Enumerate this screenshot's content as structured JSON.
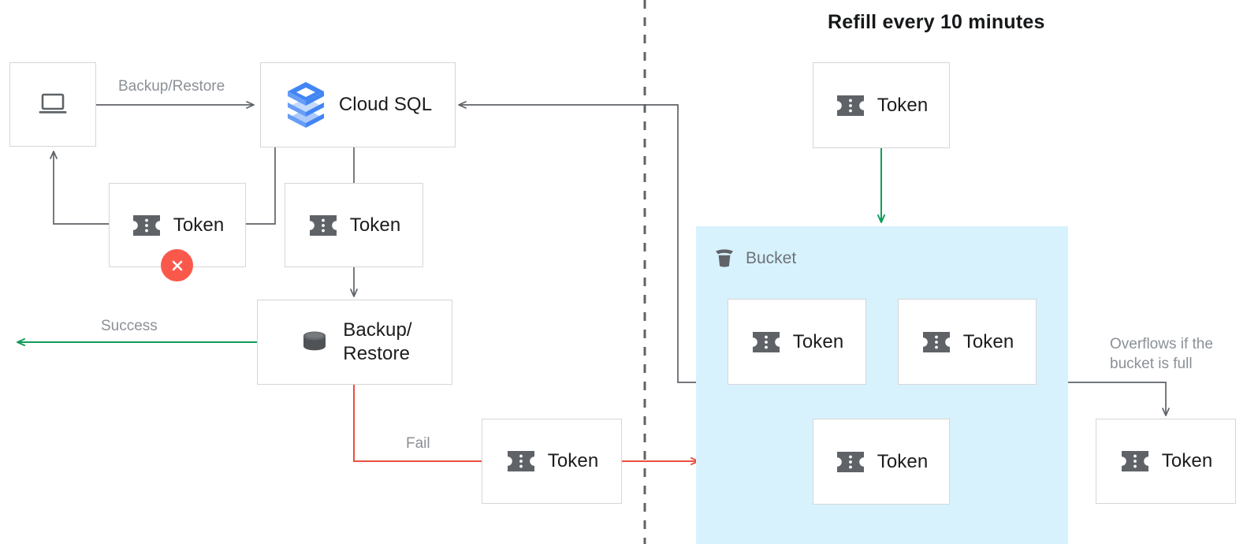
{
  "diagram": {
    "title": "Refill every 10 minutes",
    "colors": {
      "green": "#0f9d58",
      "red": "#ea4f41",
      "gray_line": "#5f6368",
      "bucket_fill": "#d8f2fd",
      "box_border": "#d6d6d6",
      "label_gray": "#8b9096",
      "token_icon": "#5f6368",
      "error_red": "#fb584c"
    },
    "nodes": [
      {
        "id": "client",
        "label": "",
        "icon": "laptop-icon"
      },
      {
        "id": "cloudsql",
        "label": "Cloud SQL",
        "icon": "cloud-sql-icon"
      },
      {
        "id": "token-fail",
        "label": "Token",
        "icon": "token-icon"
      },
      {
        "id": "token-request",
        "label": "Token",
        "icon": "token-icon"
      },
      {
        "id": "backup",
        "label": "Backup/\nRestore",
        "icon": "database-icon"
      },
      {
        "id": "token-failed-out",
        "label": "Token",
        "icon": "token-icon"
      },
      {
        "id": "token-refill",
        "label": "Token",
        "icon": "token-icon"
      },
      {
        "id": "token-bucket-1",
        "label": "Token",
        "icon": "token-icon"
      },
      {
        "id": "token-bucket-2",
        "label": "Token",
        "icon": "token-icon"
      },
      {
        "id": "token-bucket-3",
        "label": "Token",
        "icon": "token-icon"
      },
      {
        "id": "token-overflow",
        "label": "Token",
        "icon": "token-icon"
      }
    ],
    "edge_labels": {
      "backup_restore": "Backup/Restore",
      "success": "Success",
      "fail": "Fail",
      "overflow": "Overflows if the\nbucket is full"
    },
    "bucket": {
      "label": "Bucket",
      "icon": "bucket-icon"
    },
    "status": {
      "error_icon": "error-x-icon"
    }
  }
}
